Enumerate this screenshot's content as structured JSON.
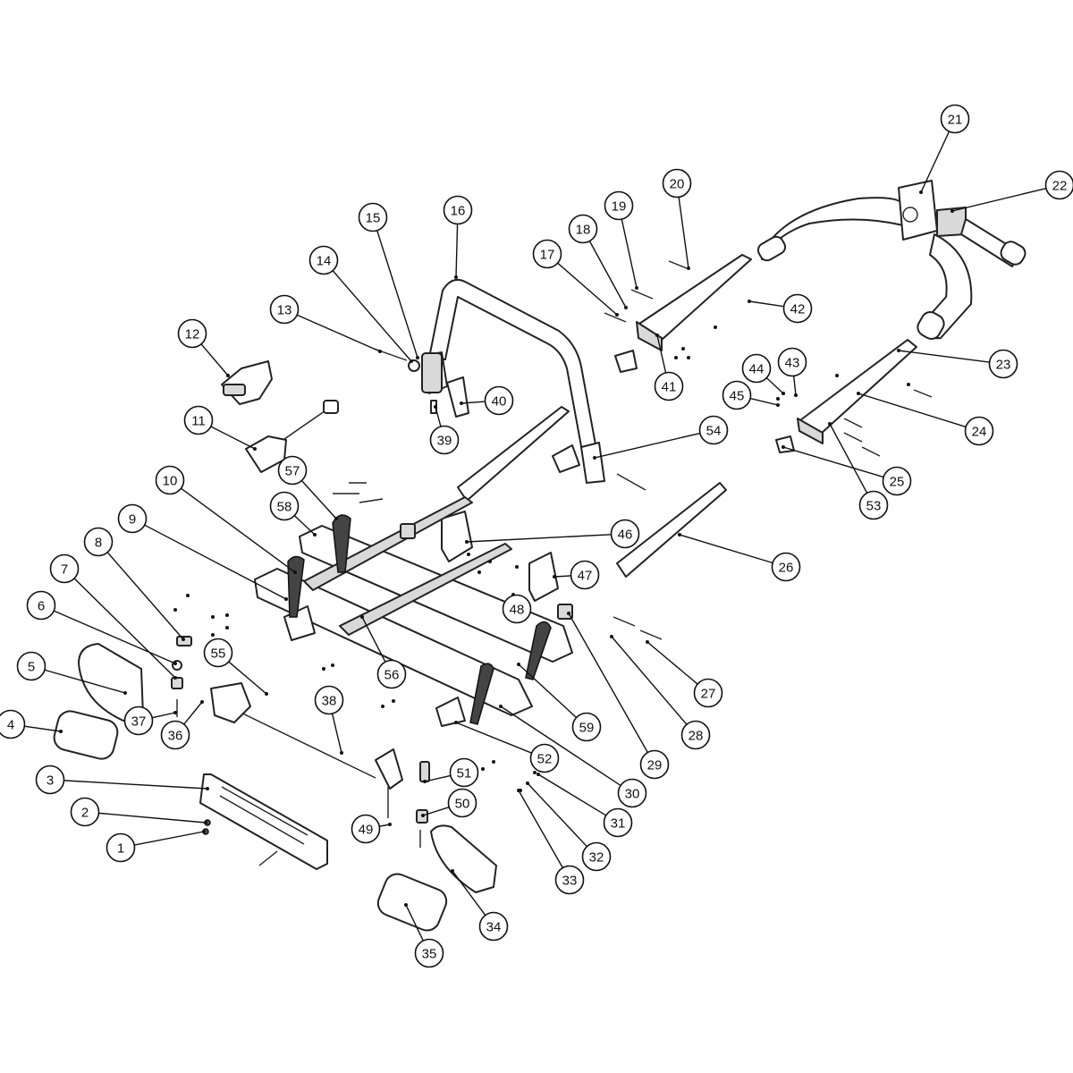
{
  "parts": [
    {
      "id": "1",
      "label": "1"
    },
    {
      "id": "2",
      "label": "2"
    },
    {
      "id": "3",
      "label": "3"
    },
    {
      "id": "4",
      "label": "4"
    },
    {
      "id": "5",
      "label": "5"
    },
    {
      "id": "6",
      "label": "6"
    },
    {
      "id": "7",
      "label": "7"
    },
    {
      "id": "8",
      "label": "8"
    },
    {
      "id": "9",
      "label": "9"
    },
    {
      "id": "10",
      "label": "10"
    },
    {
      "id": "11",
      "label": "11"
    },
    {
      "id": "12",
      "label": "12"
    },
    {
      "id": "13",
      "label": "13"
    },
    {
      "id": "14",
      "label": "14"
    },
    {
      "id": "15",
      "label": "15"
    },
    {
      "id": "16",
      "label": "16"
    },
    {
      "id": "17",
      "label": "17"
    },
    {
      "id": "18",
      "label": "18"
    },
    {
      "id": "19",
      "label": "19"
    },
    {
      "id": "20",
      "label": "20"
    },
    {
      "id": "21",
      "label": "21"
    },
    {
      "id": "22",
      "label": "22"
    },
    {
      "id": "23",
      "label": "23"
    },
    {
      "id": "24",
      "label": "24"
    },
    {
      "id": "25",
      "label": "25"
    },
    {
      "id": "26",
      "label": "26"
    },
    {
      "id": "27",
      "label": "27"
    },
    {
      "id": "28",
      "label": "28"
    },
    {
      "id": "29",
      "label": "29"
    },
    {
      "id": "30",
      "label": "30"
    },
    {
      "id": "31",
      "label": "31"
    },
    {
      "id": "32",
      "label": "32"
    },
    {
      "id": "33",
      "label": "33"
    },
    {
      "id": "34",
      "label": "34"
    },
    {
      "id": "35",
      "label": "35"
    },
    {
      "id": "36",
      "label": "36"
    },
    {
      "id": "37",
      "label": "37"
    },
    {
      "id": "38",
      "label": "38"
    },
    {
      "id": "39",
      "label": "39"
    },
    {
      "id": "40",
      "label": "40"
    },
    {
      "id": "41",
      "label": "41"
    },
    {
      "id": "42",
      "label": "42"
    },
    {
      "id": "43",
      "label": "43"
    },
    {
      "id": "44",
      "label": "44"
    },
    {
      "id": "45",
      "label": "45"
    },
    {
      "id": "46",
      "label": "46"
    },
    {
      "id": "47",
      "label": "47"
    },
    {
      "id": "48",
      "label": "48"
    },
    {
      "id": "49",
      "label": "49"
    },
    {
      "id": "50",
      "label": "50"
    },
    {
      "id": "51",
      "label": "51"
    },
    {
      "id": "52",
      "label": "52"
    },
    {
      "id": "53",
      "label": "53"
    },
    {
      "id": "54",
      "label": "54"
    },
    {
      "id": "55",
      "label": "55"
    },
    {
      "id": "56",
      "label": "56"
    },
    {
      "id": "57",
      "label": "57"
    },
    {
      "id": "58",
      "label": "58"
    },
    {
      "id": "59",
      "label": "59"
    }
  ]
}
